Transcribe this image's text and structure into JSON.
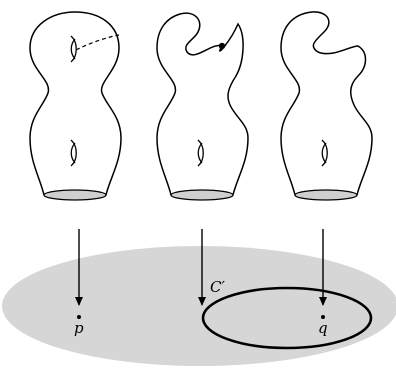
{
  "labels": {
    "curve": "C′",
    "point_p": "p",
    "point_q": "q"
  },
  "colors": {
    "stroke": "#000000",
    "base_fill": "#d6d6d6",
    "cap_fill": "#cfcfcf",
    "background": "#ffffff"
  }
}
